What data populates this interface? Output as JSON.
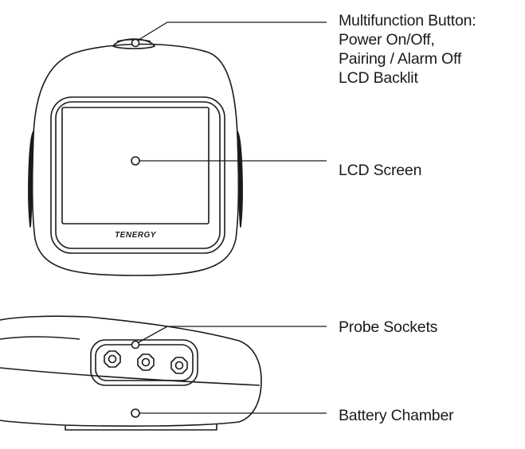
{
  "device": {
    "brand": "TENERGY"
  },
  "callouts": {
    "multifunction_button": {
      "lines": [
        "Multifunction Button:",
        "Power On/Off,",
        "Pairing / Alarm Off",
        "LCD Backlit"
      ]
    },
    "lcd_screen": {
      "label": "LCD Screen"
    },
    "probe_sockets": {
      "label": "Probe Sockets"
    },
    "battery_chamber": {
      "label": "Battery Chamber"
    }
  },
  "colors": {
    "stroke": "#1a1a1a",
    "background": "#ffffff"
  }
}
